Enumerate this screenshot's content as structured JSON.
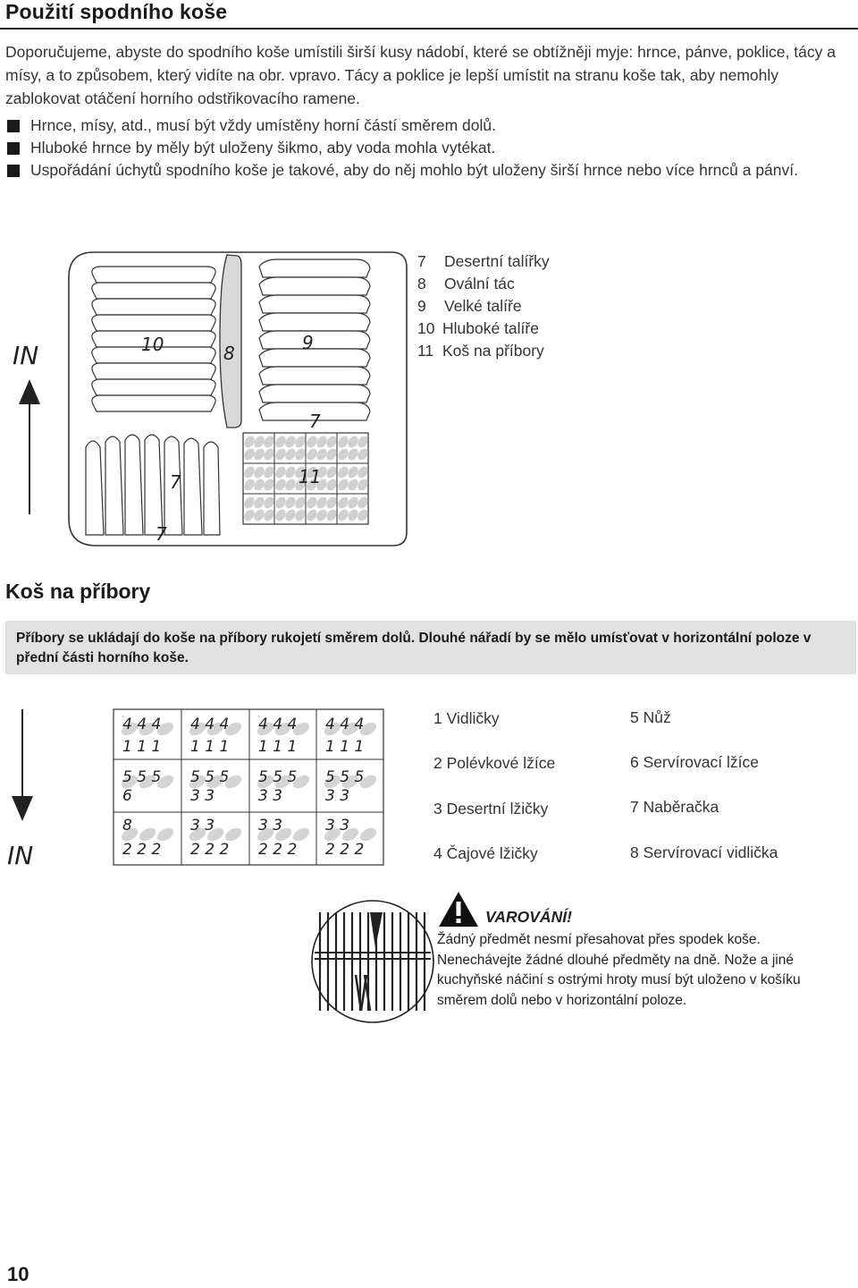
{
  "section": {
    "title": "Použití spodního koše",
    "intro": "Doporučujeme, abyste do spodního koše umístili širší kusy nádobí, které se obtížněji myje: hrnce, pánve, poklice, tácy a mísy, a to způsobem, který vidíte na obr. vpravo. Tácy a poklice je lepší umístit na stranu koše tak, aby nemohly zablokovat otáčení horního odstřikovacího ramene.",
    "bullets": [
      "Hrnce, mísy, atd., musí být vždy umístěny horní částí směrem dolů.",
      "Hluboké hrnce by měly být uloženy šikmo, aby voda mohla vytékat.",
      "Uspořádání úchytů spodního koše je takové, aby do něj mohlo být uloženy širší hrnce nebo více hrnců a pánví."
    ]
  },
  "basket_diagram": {
    "in_label": "IN",
    "labels": {
      "l10": "10",
      "l8": "8",
      "l9": "9",
      "l7a": "7",
      "l7b": "7",
      "l7c": "7",
      "l11": "11"
    },
    "legend": [
      {
        "num": "7",
        "text": "Desertní talířky"
      },
      {
        "num": "8",
        "text": "Ovální tác"
      },
      {
        "num": "9",
        "text": "Velké talíře"
      },
      {
        "num": "10",
        "text": "Hluboké talíře"
      },
      {
        "num": "11",
        "text": "Koš na příbory"
      }
    ]
  },
  "cutlery": {
    "title": "Koš na příbory",
    "note": "Příbory se ukládají do koše na příbory rukojetí směrem dolů. Dlouhé nářadí by se mělo umísťovat v horizontální poloze v přední části horního koše.",
    "in_label": "IN",
    "grid_rows": [
      [
        "4 4 4",
        "4 4 4",
        "4 4 4",
        "4 4 4"
      ],
      [
        "1 1 1",
        "1 1 1",
        "1 1 1",
        "1 1 1"
      ],
      [
        "5 5 5",
        "5 5 5",
        "5 5 5",
        "5 5 5"
      ],
      [
        "6",
        "3 3",
        "3   3",
        "3   3"
      ],
      [
        "8",
        "3 3",
        "3   3",
        "3   3"
      ],
      [
        "2 2 2",
        "2 2 2",
        "2 2 2",
        "2 2 2"
      ]
    ],
    "legend_left": [
      "1 Vidličky",
      "2 Polévkové lžíce",
      "3 Desertní lžičky",
      "4 Čajové lžičky"
    ],
    "legend_right": [
      "5 Nůž",
      "6 Servírovací lžíce",
      "7 Naběračka",
      "8 Servírovací vidlička"
    ]
  },
  "warning": {
    "title": "VAROVÁNÍ!",
    "body": "Žádný předmět nesmí přesahovat přes spodek koše. Nenechávejte žádné dlouhé předměty na dně. Nože a jiné kuchyňské náčiní s ostrými hroty musí být uloženo v košíku směrem dolů nebo v horizontální poloze."
  },
  "page_number": "10"
}
